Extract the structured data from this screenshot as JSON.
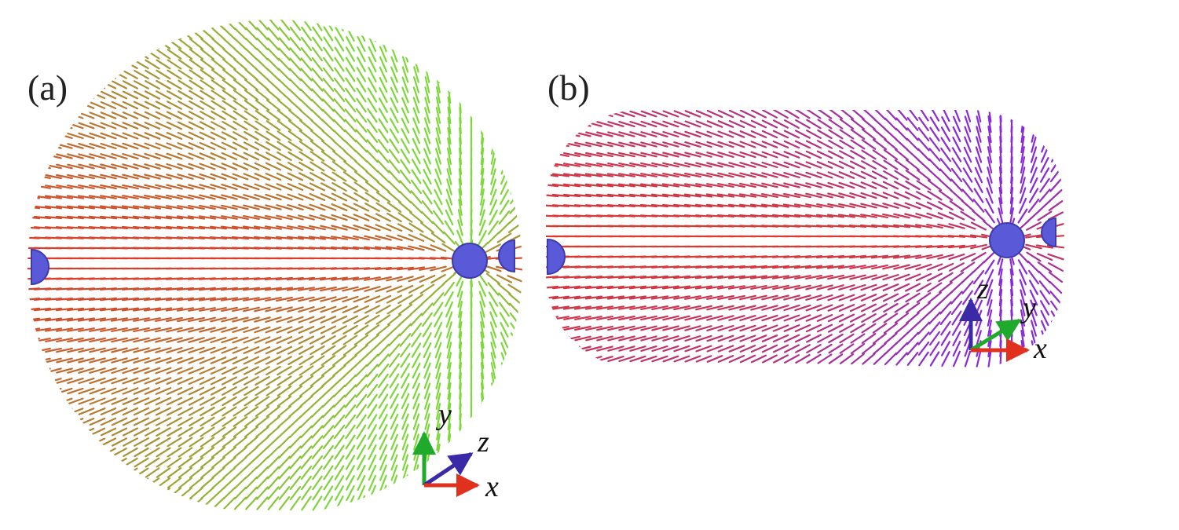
{
  "figure": {
    "panels": [
      {
        "id": "a",
        "label": "(a)",
        "director_field": {
          "shape": "disk",
          "colors": {
            "axial": "#e0382a",
            "radial": "#7ed83c"
          }
        },
        "defects": [
          "blue-hemisphere-left",
          "blue-sphere-right",
          "blue-hemisphere-right-edge"
        ],
        "axes": [
          {
            "name": "y",
            "color": "#1faa2c",
            "direction": "up"
          },
          {
            "name": "z",
            "color": "#3a2aa8",
            "direction": "oblique"
          },
          {
            "name": "x",
            "color": "#e0301e",
            "direction": "right"
          }
        ]
      },
      {
        "id": "b",
        "label": "(b)",
        "director_field": {
          "shape": "elongated-droplet",
          "colors": {
            "axial": "#e0382a",
            "radial": "#8a2ad8"
          }
        },
        "defects": [
          "blue-hemisphere-left",
          "blue-sphere-right",
          "blue-hemisphere-right-edge"
        ],
        "axes": [
          {
            "name": "z",
            "color": "#3a2aa8",
            "direction": "up"
          },
          {
            "name": "y",
            "color": "#1faa2c",
            "direction": "oblique"
          },
          {
            "name": "x",
            "color": "#e0301e",
            "direction": "right"
          }
        ]
      }
    ],
    "colors": {
      "defect": "#5a5ad8",
      "defect_edge": "#3c3cb0"
    }
  }
}
